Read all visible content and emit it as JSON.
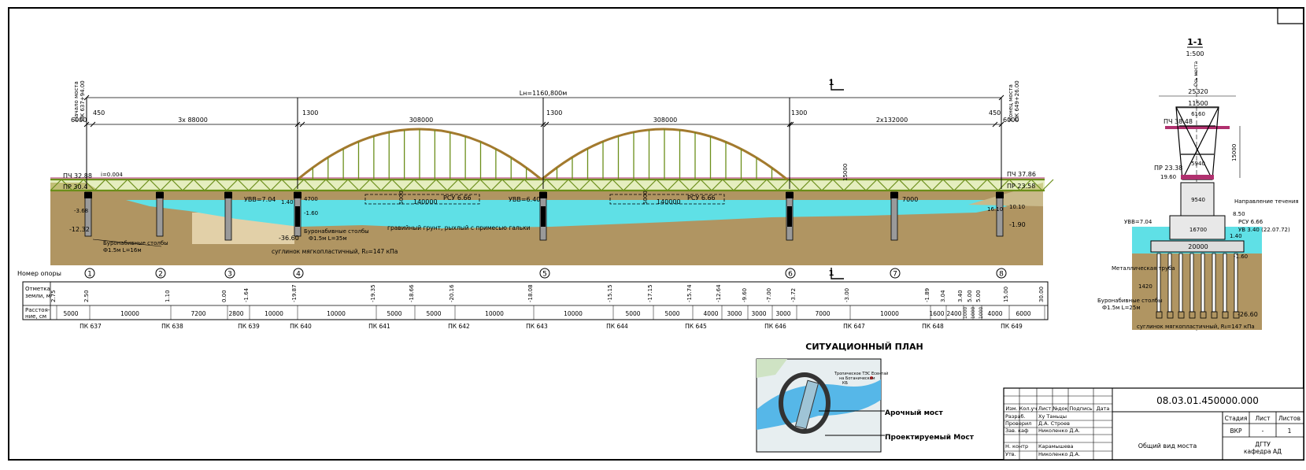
{
  "total_length": "Lн=1160,800м",
  "start_label": [
    "Начало моста",
    "ПК 637+94.00"
  ],
  "end_label": [
    "Конец моста",
    "ПК 649+26.00"
  ],
  "top_spans": [
    {
      "label": "450"
    },
    {
      "label": "6000"
    },
    {
      "label": "3х 88000"
    },
    {
      "label": "1300"
    },
    {
      "label": "308000"
    },
    {
      "label": "1300"
    },
    {
      "label": "308000"
    },
    {
      "label": "1300"
    },
    {
      "label": "2х132000"
    },
    {
      "label": "450"
    },
    {
      "label": "6000"
    }
  ],
  "section_marker": "1",
  "left_marks": {
    "pch": "ПЧ 32.88",
    "pr": "ПР 30.4",
    "slope": "i=0.004",
    "uvv": "УВВ=7.04",
    "d1": "-3.68",
    "d2": "-12.32"
  },
  "right_marks": {
    "pch": "ПЧ 37.86",
    "pr": "ПР 23.58",
    "v1": "10.10",
    "v2": "16.10",
    "v3": "-1.90"
  },
  "pier_dims": {
    "a": "1.40",
    "b": "4700",
    "c": "-1.60",
    "d": "-36.60"
  },
  "water_marks": {
    "uvv": "УВВ=7.04",
    "uvv2": "УВВ=6.40",
    "rsu1": "РСУ 6.66",
    "rsu2": "РСУ 6.66",
    "w1": "140000",
    "w2": "140000",
    "h1": "5000",
    "h2": "5000",
    "h3": "15000",
    "s7": "7000"
  },
  "callouts": {
    "piles_left": [
      "Буронабивные столбы",
      "Ф1.5м L=16м"
    ],
    "piles_mid": [
      "Буронабивные столбы",
      "Ф1.5м L=35м"
    ],
    "soil_clay": "суглинок мягкопластичный, R₀=147 кПа",
    "soil_gravel": "гравийный грунт, рыхлый с примесью гальки"
  },
  "support_label": "Номер опоры",
  "supports": [
    "1",
    "2",
    "3",
    "4",
    "5",
    "6",
    "7",
    "8"
  ],
  "table": {
    "row1_label": [
      "Отметка",
      "земли, м"
    ],
    "row2_label": [
      "Расстоя-",
      "ние, см"
    ],
    "elevations": [
      "2.75",
      "2.50",
      "1.10",
      "0.00",
      "-1.64",
      "-19.87",
      "-19.35",
      "-18.66",
      "-20.16",
      "-18.08",
      "-15.15",
      "-17.15",
      "-15.74",
      "-12.64",
      "-9.60",
      "-7.00",
      "-3.72",
      "-3.00",
      "-1.89",
      "3.04",
      "3.40",
      "5.00",
      "5.00",
      "15.00",
      "30.00"
    ],
    "distances": [
      "5000",
      "10000",
      "7200",
      "2800",
      "10000",
      "10000",
      "5000",
      "5000",
      "10000",
      "10000",
      "5000",
      "5000",
      "4000",
      "3000",
      "3000",
      "3000",
      "7000",
      "10000",
      "1600",
      "2400",
      "1000",
      "1000",
      "1000",
      "4000",
      "6000"
    ],
    "pickets": [
      "ПК 637",
      "ПК 638",
      "ПК 639",
      "ПК 640",
      "ПК 641",
      "ПК 642",
      "ПК 643",
      "ПК 644",
      "ПК 645",
      "ПК 646",
      "ПК 647",
      "ПК 648",
      "ПК 649"
    ]
  },
  "section_view": {
    "title": "1-1",
    "scale": "1:500",
    "axis": "Ось моста",
    "w1": "25320",
    "w2": "11500",
    "w3": "6160",
    "pch": "ПЧ 38.48",
    "h": "15000",
    "pr": "ПР 23.38",
    "pr2": "19.60",
    "a": "5940",
    "b": "9540",
    "c": "16700",
    "d": "20000",
    "flow": "Направление течения",
    "e1": "8.50",
    "rsu": "РСУ 6.66",
    "uv": "УВ 3.40 (22.07.72)",
    "e2": "1.40",
    "e3": "-1.60",
    "uvv": "УВВ=7.04",
    "pipe": "Металлическая труба",
    "pipe_w": "1420",
    "piles": [
      "Буронабивные столбы",
      "Ф1.5м L=25м"
    ],
    "bottom": "-26.60",
    "soil": "суглинок мягкопластичный, R₀=147 кПа"
  },
  "situation": {
    "title": "СИТУАЦИОННЫЙ ПЛАН",
    "map_text": [
      "Тропическое ТЭС  Есентай",
      "на Ботаническом",
      "КБ"
    ],
    "arrow1": "Арочный мост",
    "arrow2": "Проектируемый Мост"
  },
  "stamp": {
    "code": "08.03.01.450000.000",
    "headers": [
      "Изм.",
      "Кол.уч",
      "Лист",
      "№док",
      "Подпись",
      "Дата"
    ],
    "roles": [
      {
        "role": "Разраб.",
        "name": "Ху Таньцы"
      },
      {
        "role": "Проверил",
        "name": "Д.А. Строев"
      },
      {
        "role": "Зав. каф",
        "name": "Николенко Д.А."
      },
      {
        "role": "Н. контр",
        "name": "Карамышева"
      },
      {
        "role": "Утв.",
        "name": "Николенко Д.А."
      }
    ],
    "title": "Общий вид моста",
    "stage_h": [
      "Стадия",
      "Лист",
      "Листов"
    ],
    "stage_v": [
      "ВКР",
      "-",
      "1"
    ],
    "org": [
      "ДГТУ",
      "кафедра АД"
    ]
  },
  "colors": {
    "truss": "#6b8e1a",
    "arch": "#a37a2e",
    "water": "#5fe0e6",
    "soil": "#b09562",
    "clay": "#e2d0a8",
    "deck": "#b0306e"
  }
}
